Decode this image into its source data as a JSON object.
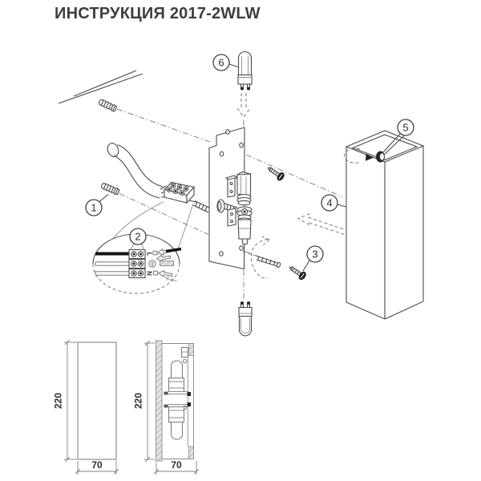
{
  "title": "ИНСТРУКЦИЯ 2017-2WLW",
  "callouts": [
    "1",
    "2",
    "3",
    "4",
    "5",
    "6"
  ],
  "detail_view": {
    "live_label": "L",
    "neutral_label": "N",
    "earth_icon": "earth-symbol"
  },
  "dimensions": {
    "front_view": {
      "height": "220",
      "width": "70"
    },
    "side_view": {
      "height": "220",
      "width": "70"
    }
  },
  "colors": {
    "line": "#4a4a4a",
    "dark_parts": "#222222",
    "title_text": "#3b3f44",
    "background": "#ffffff"
  }
}
